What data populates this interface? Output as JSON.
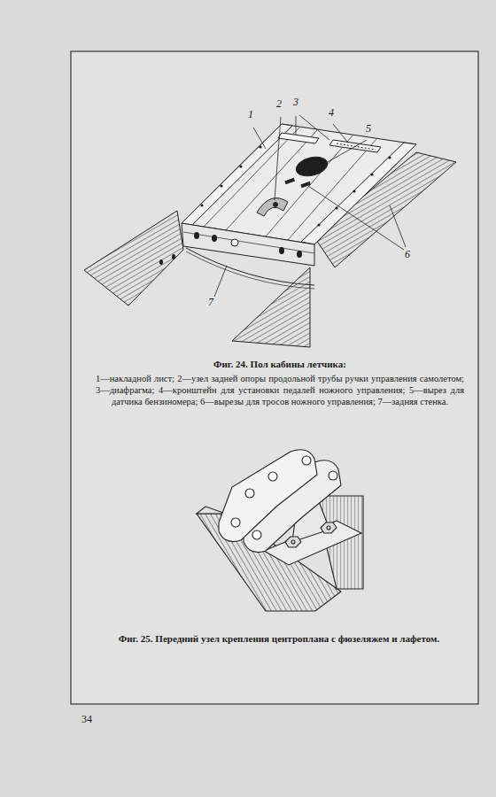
{
  "diagram": {
    "labels": [
      "1",
      "2",
      "3",
      "4",
      "5",
      "6",
      "7",
      "Фиг. 24. Пол кабины летчика:",
      "1—накладной лист; 2—узел задней опоры продольной трубы ручки управления самолетом; 3—диафрагма; 4—кронштейн для установки педалей ножного управления; 5—вырез для датчика бензиномера; 6—вырезы для тросов ножного управления; 7—задняя стенка.",
      "Фиг. 25. Передний узел крепления центроплана с фюзеляжем и лафетом.",
      "34"
    ]
  }
}
